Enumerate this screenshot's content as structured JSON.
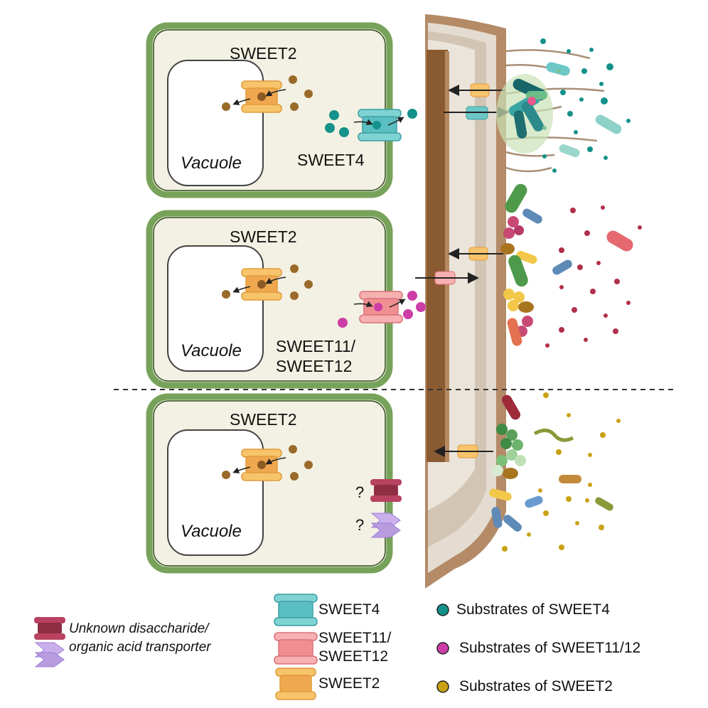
{
  "cells": [
    {
      "sweet2_label": "SWEET2",
      "vacuole_label": "Vacuole",
      "membrane_label": "SWEET4"
    },
    {
      "sweet2_label": "SWEET2",
      "vacuole_label": "Vacuole",
      "membrane_label_line1": "SWEET11/",
      "membrane_label_line2": "SWEET12"
    },
    {
      "sweet2_label": "SWEET2",
      "vacuole_label": "Vacuole",
      "question1": "?",
      "question2": "?"
    }
  ],
  "legend": {
    "unknown_line1": "Unknown disaccharide/",
    "unknown_line2": "organic acid transporter",
    "sweet4": "SWEET4",
    "sweet11_line1": "SWEET11/",
    "sweet11_line2": "SWEET12",
    "sweet2": "SWEET2",
    "sub_sweet4": "Substrates of SWEET4",
    "sub_sweet11": "Substrates of SWEET11/12",
    "sub_sweet2": "Substrates of SWEET2"
  },
  "colors": {
    "cell_wall": "#77a25a",
    "cell_fill": "#f3f1e3",
    "sweet4": "#6cc7c7",
    "sweet11": "#f3a0a0",
    "sweet2": "#f7c46b",
    "unknown": "#a83850",
    "organic_acid": "#b99be0",
    "sub_sweet4": "#13918a",
    "sub_sweet11": "#cc3da6",
    "sub_sweet2": "#c9a114",
    "root_outer": "#b48a67",
    "root_inner": "#dcd2c5",
    "stele": "#8a5a31"
  }
}
